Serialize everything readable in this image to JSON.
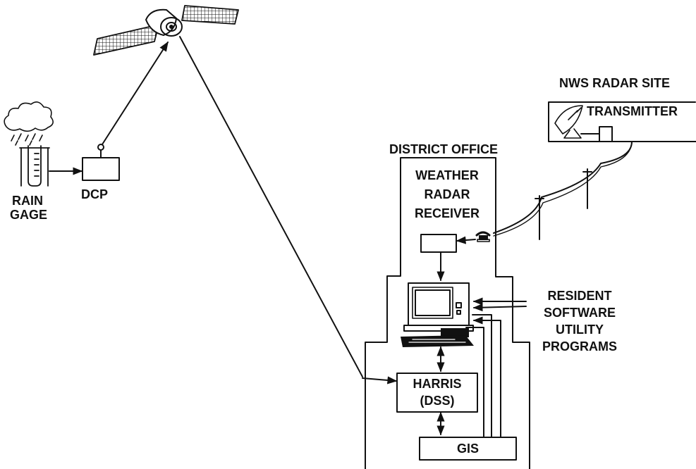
{
  "diagram": {
    "rain_gage": {
      "line1": "RAIN",
      "line2": "GAGE"
    },
    "dcp": "DCP",
    "nws_radar_site": "NWS RADAR SITE",
    "transmitter": "TRANSMITTER",
    "district_office": "DISTRICT OFFICE",
    "weather_radar_receiver": {
      "line1": "WEATHER",
      "line2": "RADAR",
      "line3": "RECEIVER"
    },
    "resident_software": {
      "line1": "RESIDENT",
      "line2": "SOFTWARE",
      "line3": "UTILITY",
      "line4": "PROGRAMS"
    },
    "harris": {
      "line1": "HARRIS",
      "line2": "(DSS)"
    },
    "gis": "GIS"
  },
  "colors": {
    "ink": "#111111",
    "background": "#ffffff"
  }
}
